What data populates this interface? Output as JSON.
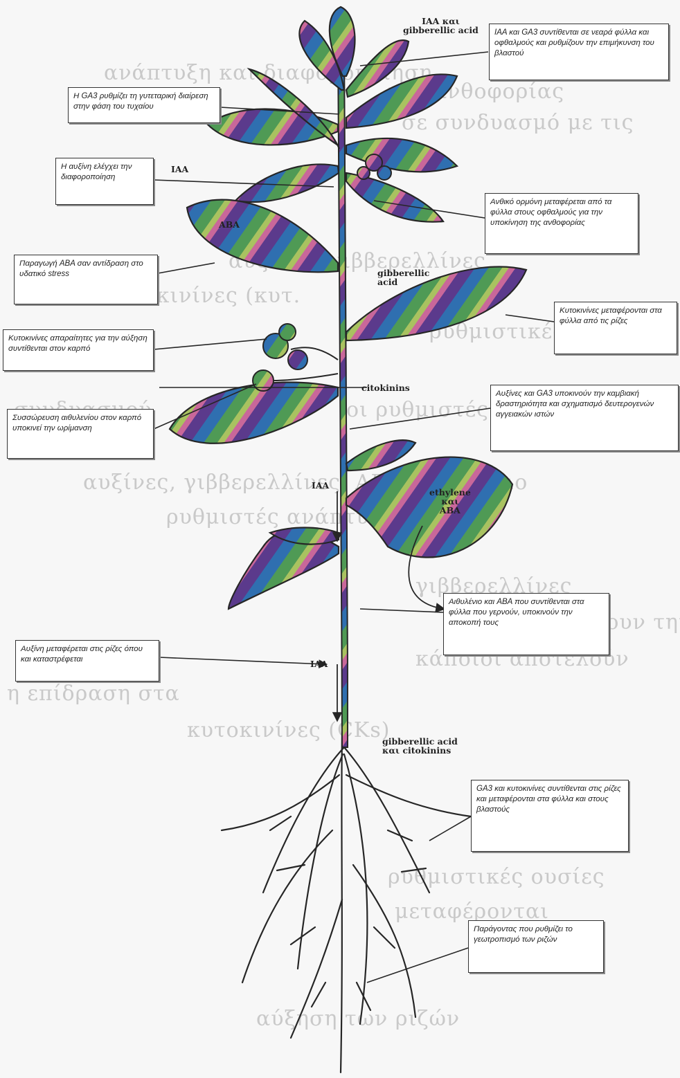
{
  "plant_labels": {
    "top": "IAA και\ngibberellic acid",
    "iaa_upper": "IAA",
    "aba_leaf": "ABA",
    "gibberellic_mid": "gibberellic\nacid",
    "citokinins": "citokinins",
    "iaa_stem": "IAA",
    "ethylene_aba": "ethylene\nκαι\nABA",
    "iaa_lower": "IAA",
    "root_junction": "gibberellic acid\nκαι citokinins"
  },
  "annotations": {
    "ga_leaves_buds": "IAA και GA3 συντίθενται σε νεαρά φύλλα και οφθαλμούς και ρυθμίζουν την επιμήκυνση του βλαστού",
    "ga_flowering": "Η GA3 ρυθμίζει τη γυτεταρική διαίρεση στην φάση του τυχαίου",
    "auxin_differentiation": "Η αυξίνη ελέγχει την διαφοροποίηση",
    "florigen": "Ανθικό ορμόνη μεταφέρεται από τα φύλλα στους οφθαλμούς για την υποκίνηση της ανθοφορίας",
    "aba_water_stress": "Παραγωγή ABA σαν αντίδραση στο υδατικό stress",
    "citokinins_roots_leaves": "Κυτοκινίνες μεταφέρονται στα φύλλα από τις ρίζες",
    "citokinins_fruit": "Κυτοκινίνες απαραίτητες για την αύξηση συντίθενται στον καρπό",
    "auxins_ga_vascular": "Αυξίνες και GA3 υποκινούν την καμβιακή δραστηριότητα και σχηματισμό δευτερογενών αγγειακών ιστών",
    "ethylene_ripening": "Συσσώρευση αιθυλενίου στον καρπό υποκινεί την ωρίμανση",
    "ethylene_aba_abscission": "Αιθυλένιο και ABA που συντίθενται στα φύλλα που γερνούν, υποκινούν την αποκοπή τους",
    "auxin_roots": "Αυξίνη μεταφέρεται στις ρίζες όπου και καταστρέφεται",
    "ga_citokinins_roots": "GA3 και κυτοκινίνες συντίθενται στις ρίζες και μεταφέρονται στα φύλλα και στους βλαστούς",
    "root_geotropism": "Παράγοντας που ρυθμίζει το γεωτροπισμό των ριζών"
  },
  "background_text": [
    "ανάπτυξη και διαφοροποίηση",
    "της ανθοφορίας",
    "σε συνδυασμό με τις",
    "αυξίνες, γιββερελλίνες",
    "κυτοκινίνες (κυτ.",
    "ρυθμιστικές ουσίες",
    "συνδυασμού",
    "οι ρυθμιστές ανάπτυξης",
    "αυξίνες, γιββερελλίνες, ABA, αιθυλένιο",
    "ρυθμιστές ανάπτυξης",
    "γιββερελλίνες",
    "που επιβραδύνουν την",
    "κάποιοι αποτελούν",
    "η επίδραση στα",
    "κυτοκινίνες (CKs)",
    "ρυθμιστικές ουσίες",
    "μεταφέρονται",
    "αύξηση των ριζών"
  ],
  "colors": {
    "stripe_purple": "#5b3a8c",
    "stripe_blue": "#2f6fb0",
    "stripe_green": "#4f9a55",
    "stripe_pink": "#c9679a",
    "outline": "#262626"
  }
}
